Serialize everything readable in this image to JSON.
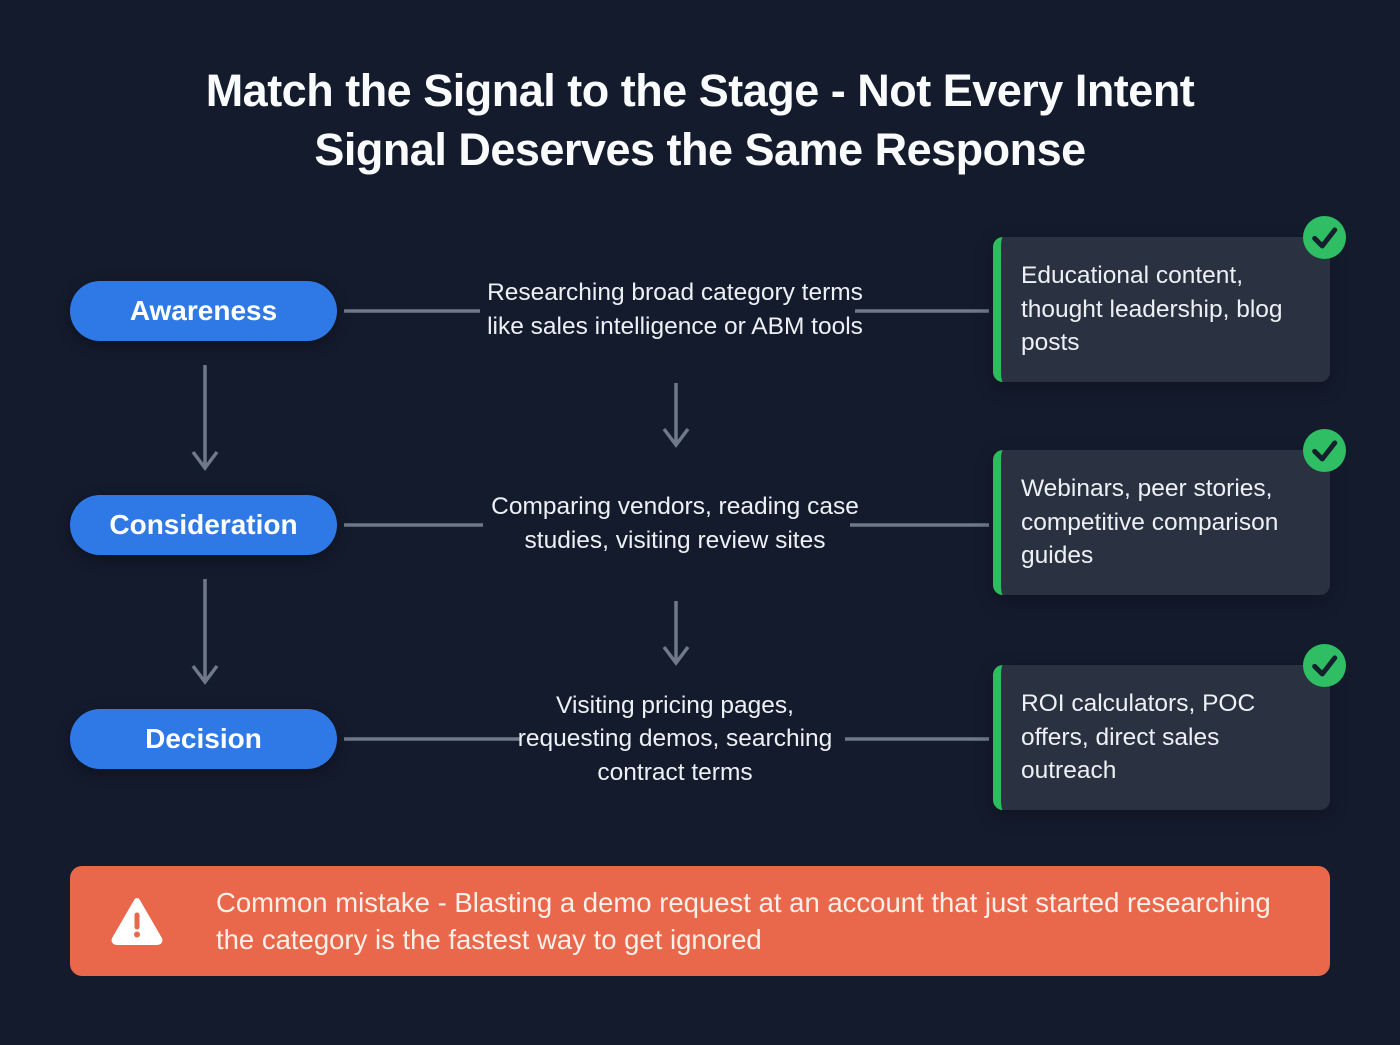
{
  "title": "Match the Signal to the Stage - Not Every Intent Signal Deserves the Same Response",
  "stages": [
    {
      "label": "Awareness",
      "signal": "Researching broad category terms like sales intelligence or ABM tools",
      "response": "Educational content, thought leadership, blog posts",
      "badge_icon": "check-icon"
    },
    {
      "label": "Consideration",
      "signal": "Comparing vendors, reading case studies, visiting review sites",
      "response": "Webinars, peer stories, competitive comparison guides",
      "badge_icon": "check-icon"
    },
    {
      "label": "Decision",
      "signal": "Visiting pricing pages, requesting demos, searching contract terms",
      "response": "ROI calculators, POC offers, direct sales outreach",
      "badge_icon": "check-icon"
    }
  ],
  "warning": {
    "icon": "warning-triangle-icon",
    "text": "Common mistake - Blasting a demo request at an account that just started researching the category is the fastest way to get ignored"
  },
  "colors": {
    "background": "#141B2D",
    "title-text": "#FAFBFC",
    "stage-pill": "#2E79E5",
    "stage-text": "#FFFFFF",
    "connector": "#6E7989",
    "signal-text": "#EDF1F5",
    "card-bg": "#2A3140",
    "card-border": "#2EBD5E",
    "card-text": "#EDF1F5",
    "check-bg": "#2FBE63",
    "check-mark": "#15202F",
    "warning-bg": "#E9674A",
    "warning-text": "#FBEFE9",
    "warning-icon": "#FFFFFF"
  }
}
